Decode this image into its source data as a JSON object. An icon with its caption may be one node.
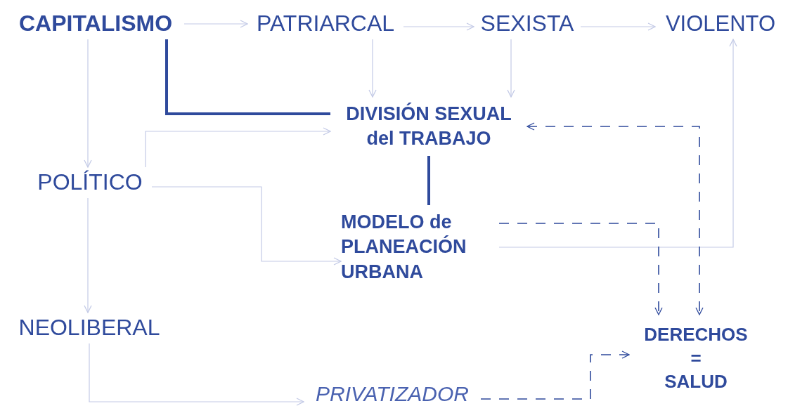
{
  "diagram": {
    "nodes": [
      {
        "text": [
          "CAPITALISMO"
        ]
      },
      {
        "text": [
          "PATRIARCAL"
        ]
      },
      {
        "text": [
          "SEXISTA"
        ]
      },
      {
        "text": [
          "VIOLENTO"
        ]
      },
      {
        "text": [
          "DIVISIÓN SEXUAL del TRABAJO"
        ]
      },
      {
        "text": [
          "POLÍTICO"
        ]
      },
      {
        "text": [
          "MODELO de PLANEACIÓN URBANA"
        ]
      },
      {
        "text": [
          "NEOLIBERAL"
        ]
      },
      {
        "text": [
          "DERECHOS = SALUD"
        ]
      },
      {
        "text": [
          "PRIVATIZADOR"
        ]
      }
    ],
    "edges": [
      {
        "from": 0,
        "to": 1,
        "arrow": "to"
      },
      {
        "from": 1,
        "to": 2,
        "arrow": "to"
      },
      {
        "from": 2,
        "to": 3,
        "arrow": "to"
      },
      {
        "from": 0,
        "to": 5,
        "arrow": "to"
      },
      {
        "from": 0,
        "to": 4,
        "arrow": "none",
        "style": "thick",
        "color": "#2f4a9c"
      },
      {
        "from": 1,
        "to": 4,
        "arrow": "to"
      },
      {
        "from": 2,
        "to": 4,
        "arrow": "to"
      },
      {
        "from": 5,
        "to": 4,
        "arrow": "to"
      },
      {
        "from": 5,
        "to": 6,
        "arrow": "to"
      },
      {
        "from": 4,
        "to": 6,
        "arrow": "none",
        "style": "thick",
        "color": "#2f4a9c"
      },
      {
        "from": 6,
        "to": 3,
        "arrow": "to"
      },
      {
        "from": 5,
        "to": 7,
        "arrow": "to"
      },
      {
        "from": 7,
        "to": 9,
        "arrow": "to"
      },
      {
        "from": 9,
        "to": 8,
        "arrow": "to",
        "style": "dashed",
        "color": "#2f4a9c"
      },
      {
        "from": 6,
        "to": 8,
        "arrow": "to",
        "style": "dashed",
        "color": "#2f4a9c"
      },
      {
        "from": 4,
        "to": 8,
        "arrow": "both",
        "style": "dashed",
        "color": "#2f4a9c"
      }
    ]
  }
}
